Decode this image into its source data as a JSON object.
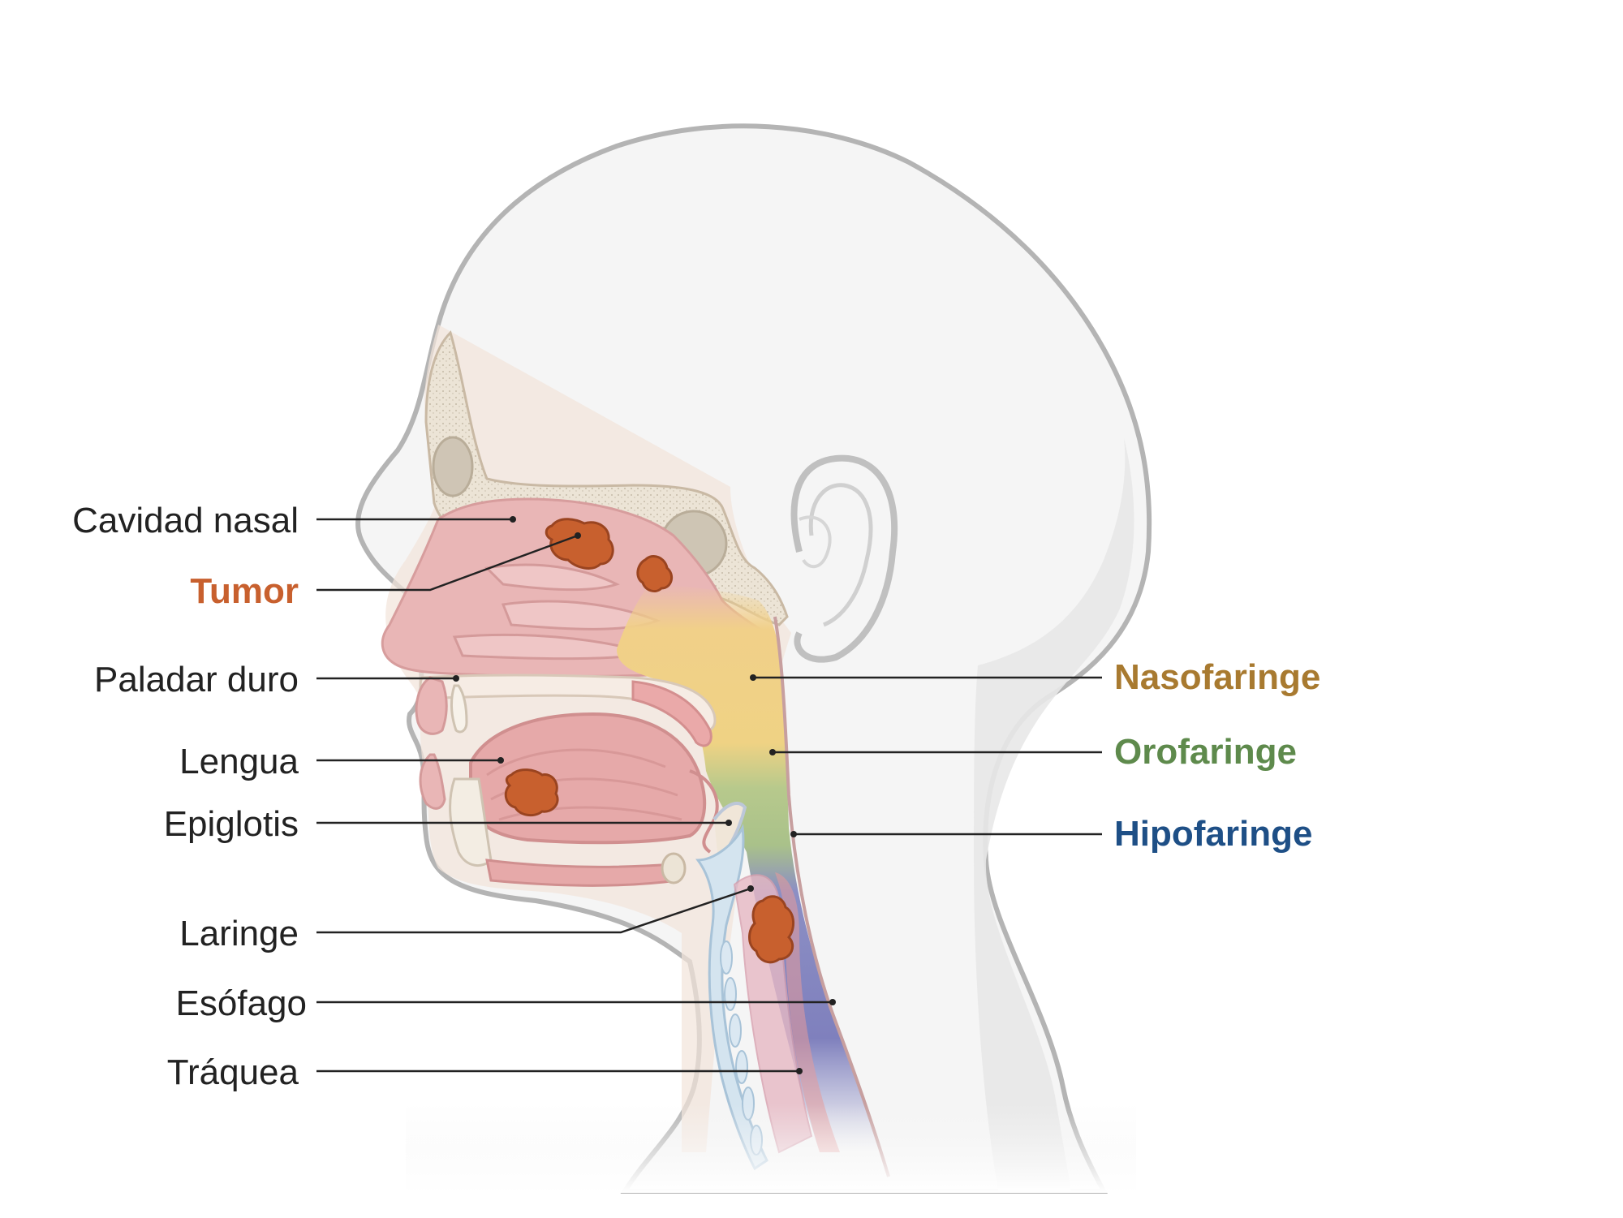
{
  "labels_left": [
    {
      "key": "cavidad_nasal",
      "text": "Cavidad nasal"
    },
    {
      "key": "tumor",
      "text": "Tumor"
    },
    {
      "key": "paladar_duro",
      "text": "Paladar duro"
    },
    {
      "key": "lengua",
      "text": "Lengua"
    },
    {
      "key": "epiglotis",
      "text": "Epiglotis"
    },
    {
      "key": "laringe",
      "text": "Laringe"
    },
    {
      "key": "esofago",
      "text": "Esófago"
    },
    {
      "key": "traquea",
      "text": "Tráquea"
    }
  ],
  "labels_right": [
    {
      "key": "nasofaringe",
      "text": "Nasofaringe"
    },
    {
      "key": "orofaringe",
      "text": "Orofaringe"
    },
    {
      "key": "hipofaringe",
      "text": "Hipofaringe"
    }
  ],
  "colors": {
    "tumor": "#c8602e",
    "nasofaringe": "#a87a30",
    "orofaringe": "#5e8a4c",
    "hipofaringe": "#1e4f86",
    "default_label": "#222222",
    "head_outline": "#b4b4b4",
    "head_fill": "#f5f5f5",
    "tissue_pink": "#eab8b8",
    "bone": "#ece4d6"
  }
}
